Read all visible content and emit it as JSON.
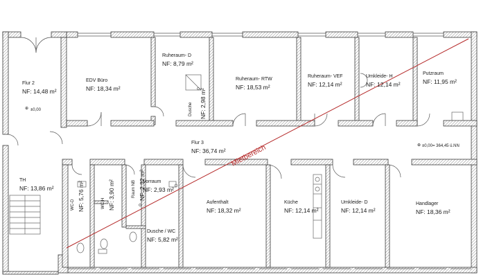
{
  "plan": {
    "rooms": [
      {
        "id": "flur2",
        "name": "Flur 2",
        "area": "NF: 14,48 m²"
      },
      {
        "id": "edv",
        "name": "EDV Büro",
        "area": "NF: 18,34 m²"
      },
      {
        "id": "ruheraum-d",
        "name": "Ruheraum- D",
        "area": "NF: 8,79 m²"
      },
      {
        "id": "dusche",
        "name": "Dusche",
        "area": "NF: 2,98 m²"
      },
      {
        "id": "ruheraum-rtw",
        "name": "Ruheraum- RTW",
        "area": "NF:   18,53 m²"
      },
      {
        "id": "ruheraum-vef",
        "name": "Ruheraum- VEF",
        "area": "NF: 12,14 m²"
      },
      {
        "id": "umkleide-h",
        "name": "Umkleide- H",
        "area": "NF: 12,14 m²"
      },
      {
        "id": "putzraum",
        "name": "Putzraum",
        "area": "NF: 11,95 m²"
      },
      {
        "id": "flur3",
        "name": "Flur 3",
        "area": "NF: 36,74 m²"
      },
      {
        "id": "th",
        "name": "TH",
        "area": "NF: 13,86 m²"
      },
      {
        "id": "wc-d",
        "name": "WC-D",
        "area": "NF: 5,76 m²"
      },
      {
        "id": "wc-h",
        "name": "WC-H",
        "area": "NF: 3,90 m²"
      },
      {
        "id": "raum-nb",
        "name": "Raum NB",
        "area": "NF: 2,32 m²"
      },
      {
        "id": "vorraum",
        "name": "Vorraum",
        "area": "NF: 2,93 m²"
      },
      {
        "id": "dusche-wc",
        "name": "Dusche / WC",
        "area": "NF: 5,82 m²"
      },
      {
        "id": "aufenthalt",
        "name": "Aufenthalt",
        "area": "NF: 18,32 m²"
      },
      {
        "id": "kueche",
        "name": "Küche",
        "area": "NF: 12,14 m²"
      },
      {
        "id": "umkleide-d",
        "name": "Umkleide- D",
        "area": "NF: 12,14 m²"
      },
      {
        "id": "handlager",
        "name": "Handlager",
        "area": "NF: 18,36 m²"
      }
    ],
    "level_left": "±0,00",
    "level_right": "±0,00= 364,45 ü.NN",
    "zone_label": "Mietbereich",
    "colors": {
      "wall": "#3a3a3a",
      "hatch": "#9a9a9a",
      "zone_line": "#b52a2a",
      "thin": "#6a6a6a"
    }
  }
}
